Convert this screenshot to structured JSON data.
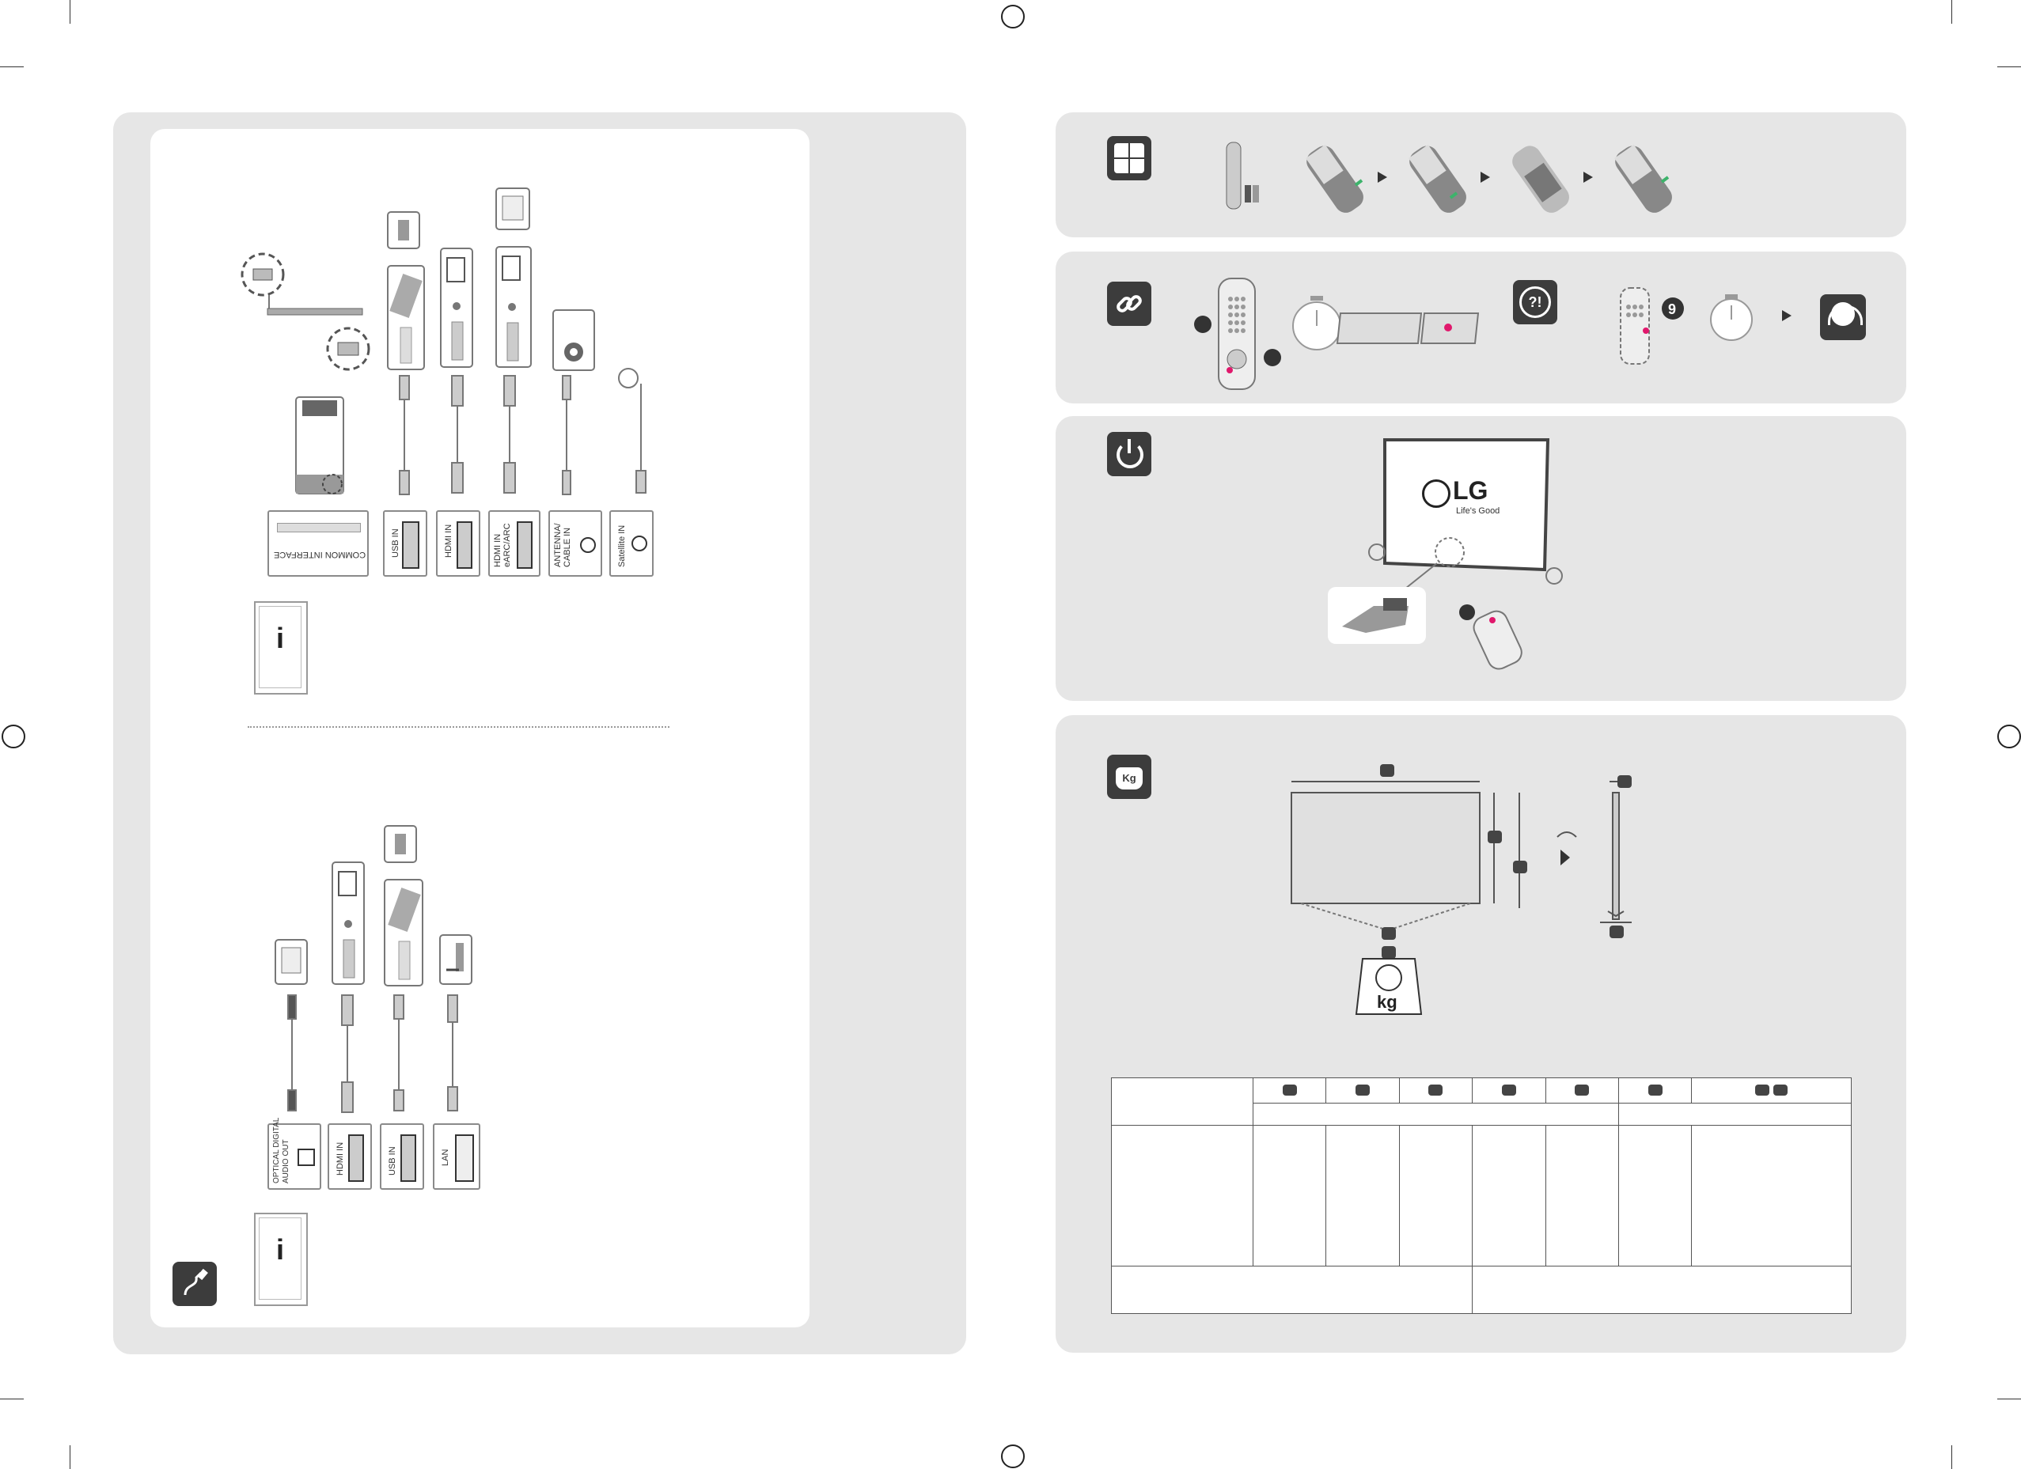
{
  "ports_top": {
    "common_interface": "COMMON INTERFACE",
    "usb_in": "USB IN",
    "hdmi_in": "HDMI IN",
    "hdmi_earc_line1": "HDMI IN",
    "hdmi_earc_line2": "eARC/ARC",
    "antenna_line1": "ANTENNA/",
    "antenna_line2": "CABLE IN",
    "satellite_in": "Satellite IN"
  },
  "ports_bottom": {
    "optical_line1": "OPTICAL DIGITAL",
    "optical_line2": "AUDIO OUT",
    "hdmi_in": "HDMI IN",
    "usb_in": "USB IN",
    "lan": "LAN"
  },
  "power_section": {
    "logo_text": "LG",
    "tagline": "Life's Good"
  },
  "support_section": {
    "button_number": "9"
  },
  "weight_section": {
    "scale_unit": "kg",
    "weight_icon_label": "Kg"
  },
  "icons": {
    "battery": "battery-icon",
    "link": "link-icon",
    "help": "help-icon",
    "power": "power-icon",
    "weight": "weight-icon",
    "cable": "cable-icon",
    "headset": "headset-icon",
    "timer": "timer-icon"
  },
  "colors": {
    "panel": "#e6e6e6",
    "icon_bg": "#3c3c3c",
    "accent_pink": "#e0186c",
    "accent_green": "#3db36b"
  }
}
